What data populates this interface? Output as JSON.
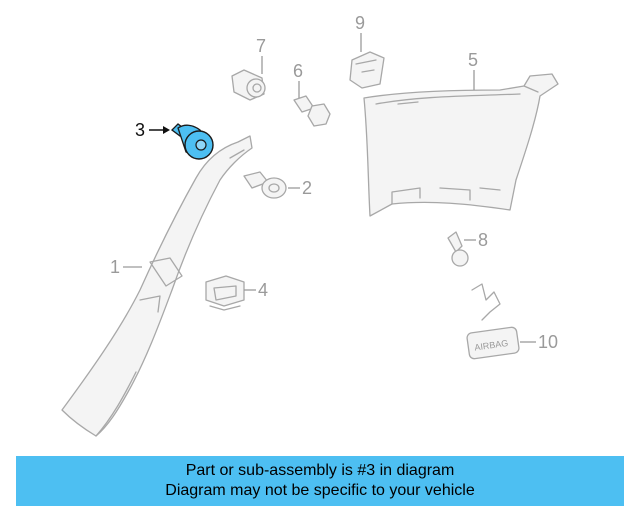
{
  "diagram": {
    "highlight_color": "#4dbff2",
    "callouts": [
      {
        "id": "1",
        "label": "1"
      },
      {
        "id": "2",
        "label": "2"
      },
      {
        "id": "3",
        "label": "3",
        "highlighted": true
      },
      {
        "id": "4",
        "label": "4"
      },
      {
        "id": "5",
        "label": "5"
      },
      {
        "id": "6",
        "label": "6"
      },
      {
        "id": "7",
        "label": "7"
      },
      {
        "id": "8",
        "label": "8"
      },
      {
        "id": "9",
        "label": "9"
      },
      {
        "id": "10",
        "label": "10"
      }
    ],
    "airbag_label_text": "AIRBAG"
  },
  "banner": {
    "line1": "Part or sub-assembly is #3 in diagram",
    "line2": "Diagram may not be specific to your vehicle"
  }
}
